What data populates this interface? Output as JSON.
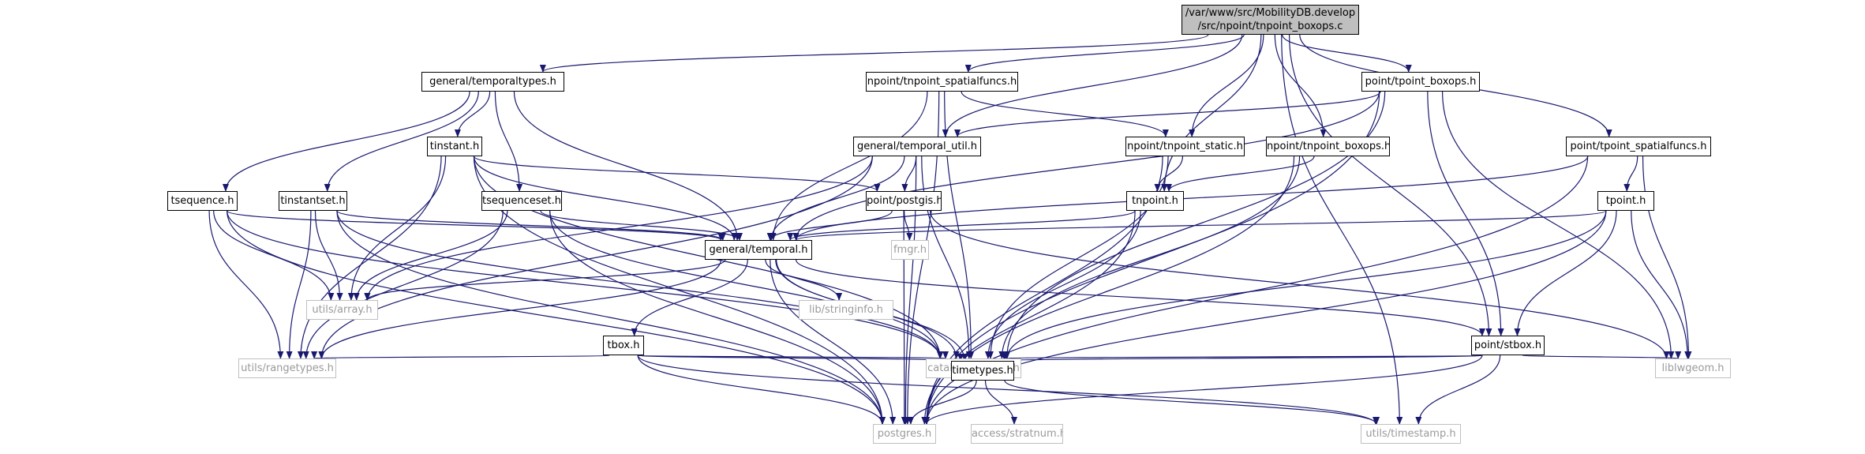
{
  "colors": {
    "edge": "#191970",
    "node_border": "#000000",
    "external_border": "#bfbfbf",
    "external_text": "#9a9a9a",
    "root_fill": "#bfbfbf"
  },
  "root": {
    "line1": "/var/www/src/MobilityDB.develop",
    "line2": "/src/npoint/tnpoint_boxops.c"
  },
  "nodes": {
    "root": "/var/www/src/MobilityDB.develop/src/npoint/tnpoint_boxops.c",
    "temporaltypes": "general/temporaltypes.h",
    "tnpoint_spatialfuncs": "npoint/tnpoint_spatialfuncs.h",
    "tpoint_boxops": "point/tpoint_boxops.h",
    "tinstant": "tinstant.h",
    "temporal_util": "general/temporal_util.h",
    "tnpoint_static": "npoint/tnpoint_static.h",
    "tnpoint_boxops": "npoint/tnpoint_boxops.h",
    "tpoint_spatialfuncs": "point/tpoint_spatialfuncs.h",
    "tsequence": "tsequence.h",
    "tinstantset": "tinstantset.h",
    "tsequenceset": "tsequenceset.h",
    "postgis": "point/postgis.h",
    "tnpoint": "tnpoint.h",
    "tpoint": "tpoint.h",
    "temporal": "general/temporal.h",
    "fmgr": "fmgr.h",
    "array": "utils/array.h",
    "stringinfo": "lib/stringinfo.h",
    "tbox": "tbox.h",
    "stbox": "point/stbox.h",
    "rangetypes": "utils/rangetypes.h",
    "pg_type": "catalog/pg_type.h",
    "timetypes": "timetypes.h",
    "liblwgeom": "liblwgeom.h",
    "postgres": "postgres.h",
    "stratnum": "access/stratnum.h",
    "timestamp": "utils/timestamp.h"
  },
  "edges": [
    [
      "root",
      "temporaltypes"
    ],
    [
      "root",
      "tnpoint_spatialfuncs"
    ],
    [
      "root",
      "tpoint_boxops"
    ],
    [
      "root",
      "temporal_util"
    ],
    [
      "root",
      "tnpoint_static"
    ],
    [
      "root",
      "tnpoint_boxops"
    ],
    [
      "root",
      "tpoint_spatialfuncs"
    ],
    [
      "root",
      "tnpoint"
    ],
    [
      "root",
      "stbox"
    ],
    [
      "root",
      "timestamp"
    ],
    [
      "temporaltypes",
      "tinstant"
    ],
    [
      "temporaltypes",
      "tsequence"
    ],
    [
      "temporaltypes",
      "tinstantset"
    ],
    [
      "temporaltypes",
      "tsequenceset"
    ],
    [
      "temporaltypes",
      "temporal"
    ],
    [
      "tinstant",
      "temporal"
    ],
    [
      "tinstant",
      "array"
    ],
    [
      "tinstant",
      "rangetypes"
    ],
    [
      "tinstant",
      "postgres"
    ],
    [
      "tinstant",
      "postgis"
    ],
    [
      "tinstant",
      "pg_type"
    ],
    [
      "tsequence",
      "temporal"
    ],
    [
      "tsequence",
      "array"
    ],
    [
      "tsequence",
      "rangetypes"
    ],
    [
      "tsequence",
      "postgres"
    ],
    [
      "tsequence",
      "pg_type"
    ],
    [
      "tinstantset",
      "temporal"
    ],
    [
      "tinstantset",
      "array"
    ],
    [
      "tinstantset",
      "rangetypes"
    ],
    [
      "tinstantset",
      "postgres"
    ],
    [
      "tinstantset",
      "pg_type"
    ],
    [
      "tsequenceset",
      "temporal"
    ],
    [
      "tsequenceset",
      "array"
    ],
    [
      "tsequenceset",
      "rangetypes"
    ],
    [
      "tsequenceset",
      "postgres"
    ],
    [
      "tsequenceset",
      "pg_type"
    ],
    [
      "tnpoint_spatialfuncs",
      "temporal"
    ],
    [
      "tnpoint_spatialfuncs",
      "tnpoint_static"
    ],
    [
      "tnpoint_spatialfuncs",
      "pg_type"
    ],
    [
      "tnpoint_spatialfuncs",
      "postgres"
    ],
    [
      "tpoint_boxops",
      "temporal_util"
    ],
    [
      "tpoint_boxops",
      "temporal"
    ],
    [
      "tpoint_boxops",
      "stbox"
    ],
    [
      "tpoint_boxops",
      "pg_type"
    ],
    [
      "tpoint_boxops",
      "postgres"
    ],
    [
      "tpoint_boxops",
      "liblwgeom"
    ],
    [
      "temporal_util",
      "temporal"
    ],
    [
      "temporal_util",
      "postgis"
    ],
    [
      "temporal_util",
      "array"
    ],
    [
      "temporal_util",
      "pg_type"
    ],
    [
      "temporal_util",
      "postgres"
    ],
    [
      "temporal_util",
      "rangetypes"
    ],
    [
      "tnpoint_static",
      "tnpoint"
    ],
    [
      "tnpoint_static",
      "pg_type"
    ],
    [
      "tnpoint_static",
      "postgres"
    ],
    [
      "tnpoint_boxops",
      "tnpoint"
    ],
    [
      "tnpoint_boxops",
      "pg_type"
    ],
    [
      "tnpoint_boxops",
      "postgres"
    ],
    [
      "tpoint_spatialfuncs",
      "tpoint"
    ],
    [
      "tpoint_spatialfuncs",
      "temporal"
    ],
    [
      "tpoint_spatialfuncs",
      "liblwgeom"
    ],
    [
      "tpoint_spatialfuncs",
      "postgres"
    ],
    [
      "postgis",
      "temporal"
    ],
    [
      "postgis",
      "fmgr"
    ],
    [
      "postgis",
      "liblwgeom"
    ],
    [
      "postgis",
      "postgres"
    ],
    [
      "tnpoint",
      "temporal"
    ],
    [
      "tnpoint",
      "pg_type"
    ],
    [
      "tnpoint",
      "postgres"
    ],
    [
      "tpoint",
      "temporal"
    ],
    [
      "tpoint",
      "stbox"
    ],
    [
      "tpoint",
      "liblwgeom"
    ],
    [
      "tpoint",
      "pg_type"
    ],
    [
      "tpoint",
      "postgres"
    ],
    [
      "temporal",
      "array"
    ],
    [
      "temporal",
      "stringinfo"
    ],
    [
      "temporal",
      "tbox"
    ],
    [
      "temporal",
      "stbox"
    ],
    [
      "temporal",
      "rangetypes"
    ],
    [
      "temporal",
      "pg_type"
    ],
    [
      "temporal",
      "timetypes"
    ],
    [
      "temporal",
      "postgres"
    ],
    [
      "tbox",
      "rangetypes"
    ],
    [
      "tbox",
      "pg_type"
    ],
    [
      "tbox",
      "timetypes"
    ],
    [
      "tbox",
      "postgres"
    ],
    [
      "tbox",
      "timestamp"
    ],
    [
      "stbox",
      "timetypes"
    ],
    [
      "stbox",
      "pg_type"
    ],
    [
      "stbox",
      "liblwgeom"
    ],
    [
      "stbox",
      "postgres"
    ],
    [
      "stbox",
      "timestamp"
    ],
    [
      "timetypes",
      "postgres"
    ],
    [
      "timetypes",
      "stratnum"
    ],
    [
      "timetypes",
      "timestamp"
    ]
  ]
}
